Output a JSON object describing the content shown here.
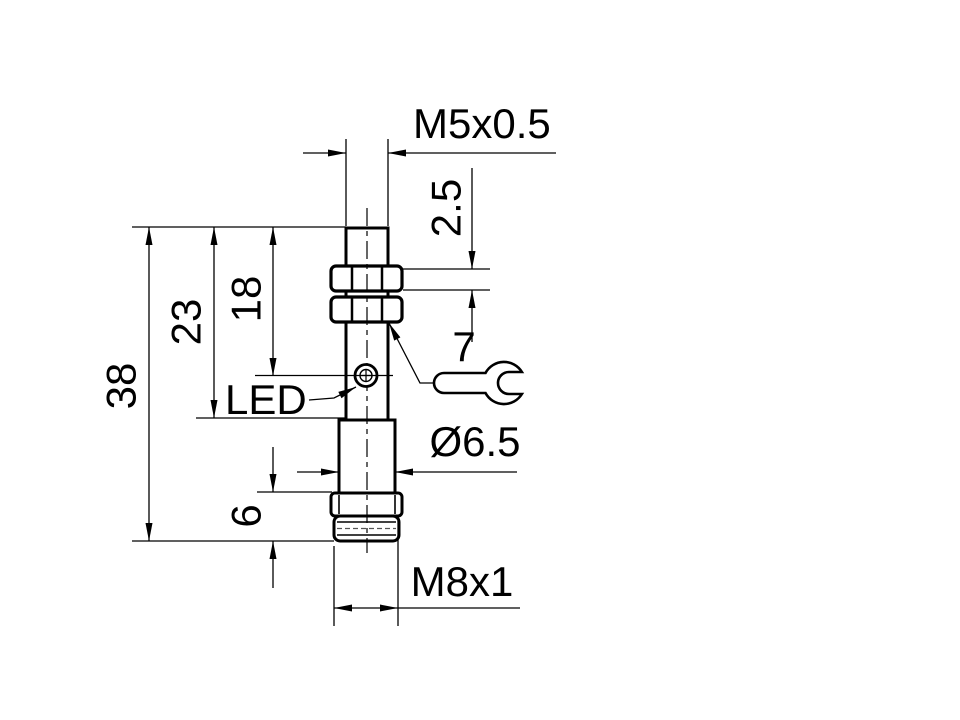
{
  "drawing": {
    "kind": "technical-dimension-drawing",
    "colors": {
      "line": "#000000",
      "background": "#ffffff",
      "thread_root_line": "#555555"
    },
    "labels": {
      "top_thread": "M5x0.5",
      "nut_thickness": "2.5",
      "led_position": "18",
      "body_length": "23",
      "overall_length": "38",
      "connector_height": "6",
      "connector_diameter": "Ø6.5",
      "connector_thread": "M8x1",
      "wrench_size": "7",
      "led": "LED"
    }
  }
}
